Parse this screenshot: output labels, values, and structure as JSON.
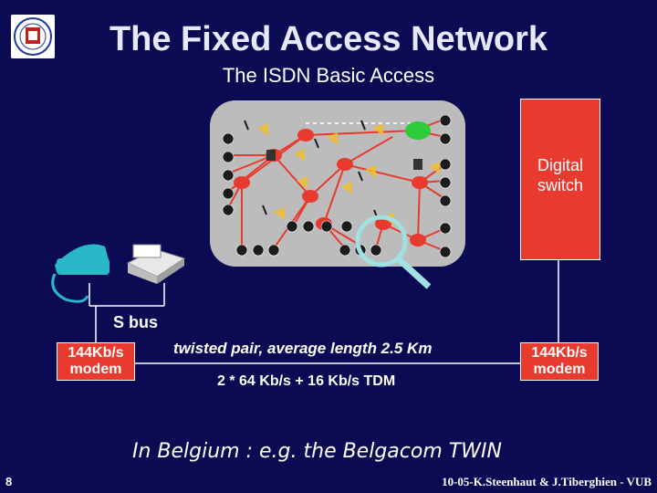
{
  "title": "The Fixed Access Network",
  "subtitle": "The ISDN Basic Access",
  "switch_label_line1": "Digital",
  "switch_label_line2": "switch",
  "modem_left_line1": "144Kb/s",
  "modem_left_line2": "modem",
  "modem_right_line1": "144Kb/s",
  "modem_right_line2": "modem",
  "sbus_label": "S bus",
  "link_label": "twisted pair, average length 2.5 Km",
  "rate_label": "2 * 64 Kb/s + 16 Kb/s TDM",
  "note": "In Belgium : e.g. the Belgacom TWIN",
  "slide_number": "8",
  "footer": "10-05-K.Steenhaut & J.Tiberghien - VUB",
  "colors": {
    "background": "#0b0b54",
    "switch": "#e83a2e",
    "network_panel": "#bcbcbc",
    "node": "#e83a2e",
    "hub_node": "#2ecc3a",
    "phone": "#2ab8c8",
    "lines": "#ffffff"
  }
}
